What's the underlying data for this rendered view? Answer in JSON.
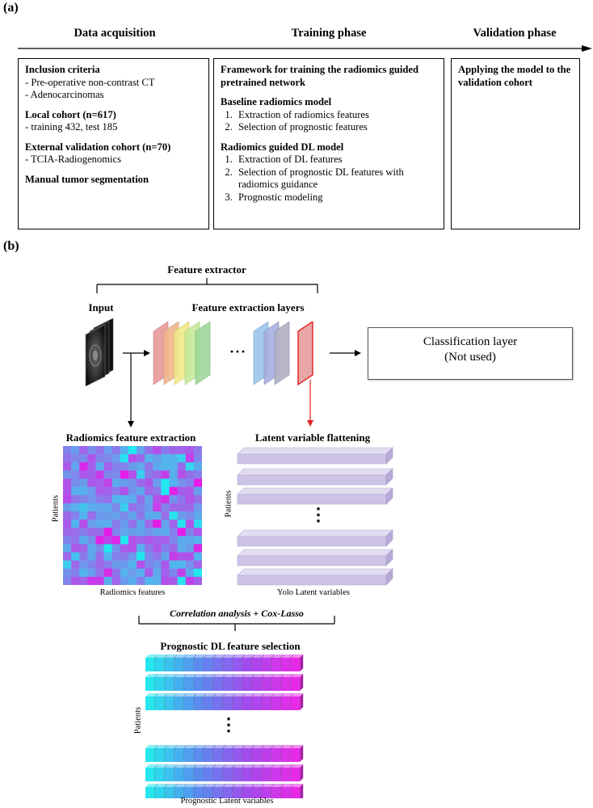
{
  "panel_a": {
    "label": "(a)",
    "phases": [
      "Data acquisition",
      "Training phase",
      "Validation phase"
    ],
    "box1": {
      "inclusion_title": "Inclusion criteria",
      "inclusion_items": [
        "- Pre-operative non-contrast CT",
        "- Adenocarcinomas"
      ],
      "local_title": "Local cohort (n=617)",
      "local_items": [
        "- training 432, test 185"
      ],
      "external_title": "External validation cohort (n=70)",
      "external_items": [
        "- TCIA-Radiogenomics"
      ],
      "segmentation_title": "Manual tumor segmentation"
    },
    "box2": {
      "framework_title": "Framework for training the radiomics guided pretrained network",
      "baseline_title": "Baseline radiomics model",
      "baseline_items": [
        "Extraction of radiomics features",
        "Selection of prognostic features"
      ],
      "dl_title": "Radiomics guided DL model",
      "dl_items": [
        "Extraction of DL features",
        "Selection of prognostic DL features with radiomics guidance",
        "Prognostic modeling"
      ]
    },
    "box3": {
      "title": "Applying the model to the validation cohort"
    }
  },
  "panel_b": {
    "label": "(b)",
    "feature_extractor": "Feature extractor",
    "input": "Input",
    "feature_extraction_layers": "Feature extraction layers",
    "ellipsis": "···",
    "classification_layer": "Classification layer",
    "not_used": "(Not used)",
    "radiomics_title": "Radiomics feature extraction",
    "radiomics_ylabel": "Patients",
    "radiomics_xlabel": "Radiomics features",
    "latent_title": "Latent variable flattening",
    "latent_ylabel": "Patients",
    "latent_xlabel": "Yolo Latent variables",
    "vertical_ellipsis": "⋮",
    "correlation": "Correlation analysis + Cox-Lasso",
    "prognostic_title": "Prognostic DL feature selection",
    "prognostic_ylabel": "Patients",
    "prognostic_xlabel": "Prognostic Latent variables",
    "colors": {
      "heatmap_low": "#21e8ee",
      "heatmap_high": "#e61be8",
      "latent_bar": "#cdc3e6",
      "selected_layer_border": "#e32020",
      "arrow_red": "#e32020"
    },
    "layer_colors": [
      "#e89a9a",
      "#f0b88a",
      "#f0ea8a",
      "#c6e99a",
      "#9fd89a",
      "#9cc4ea",
      "#a8b0e0",
      "#b0b0c4",
      "#e8a6a6"
    ]
  }
}
